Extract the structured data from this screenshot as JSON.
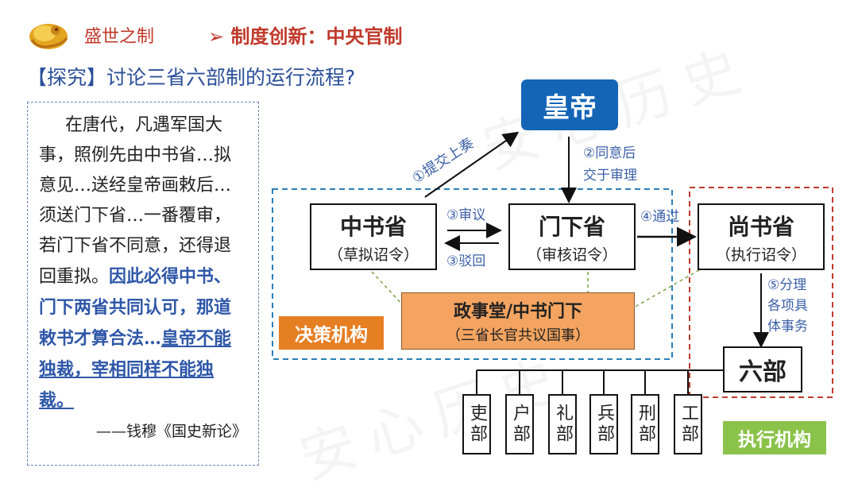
{
  "header": {
    "section": "盛世之制",
    "topic": "➢ 制度创新：中央官制"
  },
  "question": "【探究】讨论三省六部制的运行流程?",
  "quote": {
    "normal": "在唐代，凡遇军国大事，照例先由中书省…拟意见…送经皇帝画敕后…须送门下省…一番覆审，若门下省不同意，还得退回重拟。",
    "bold": "因此必得中书、门下两省共同认可，那道敕书才算合法…",
    "underlined": "皇帝不能独裁，宰相同样不能独裁。",
    "source": "——钱穆《国史新论》"
  },
  "diagram": {
    "emperor": "皇帝",
    "zhongshu": {
      "name": "中书省",
      "role": "（草拟诏令）"
    },
    "menxia": {
      "name": "门下省",
      "role": "（审核诏令）"
    },
    "shangshu": {
      "name": "尚书省",
      "role": "（执行诏令）"
    },
    "council": {
      "name": "政事堂/中书门下",
      "role": "（三省长官共议国事）"
    },
    "liubu": "六部",
    "departments": [
      "吏部",
      "户部",
      "礼部",
      "兵部",
      "刑部",
      "工部"
    ],
    "labels": {
      "step1": "①提交上奏",
      "step2a": "②同意后",
      "step2b": "交于审理",
      "step3a": "③审议",
      "step3b": "③驳回",
      "step4": "④通过",
      "step5a": "⑤分理",
      "step5b": "各项具",
      "step5c": "体事务"
    },
    "decision_group": "决策机构",
    "execution_group": "执行机构"
  },
  "watermark": "安心历史",
  "colors": {
    "header_red": "#c0392b",
    "label_blue": "#3b5fa8",
    "emperor_blue": "#1565b7",
    "council_orange": "#f4a460",
    "decision_orange": "#e67e22",
    "execution_green": "#8bc34a",
    "quote_blue": "#2e57a8"
  }
}
